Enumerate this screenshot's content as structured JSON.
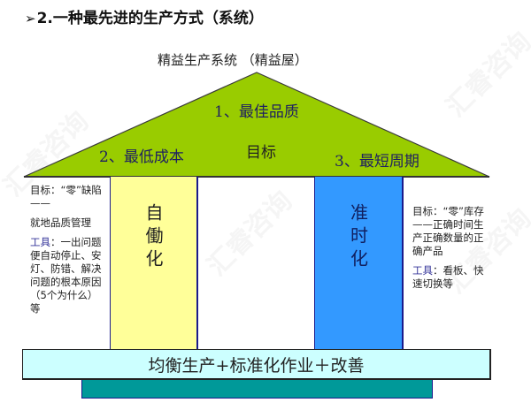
{
  "heading": {
    "bullet": "➢",
    "text": "2.一种最先进的生产方式（系统）"
  },
  "diagram": {
    "title": "精益生产系统 （精益屋）",
    "roof": {
      "color": "#99cc00",
      "goal_label": "目标",
      "goals": [
        "1、最佳品质",
        "2、最低成本",
        "3、最短周期"
      ]
    },
    "pillars": [
      {
        "label": "自働化",
        "color": "#ffff99"
      },
      {
        "label": "准时化",
        "color": "#3399ff"
      }
    ],
    "left_notes": {
      "goal": "目标：“零”缺陷——",
      "detail": "就地品质管理",
      "tool_label": "工具",
      "tool_text": "：一出问题便自动停止、安灯、防错、解决问题的根本原因（5个为什么）等"
    },
    "right_notes": {
      "goal": "目标：“零”库存——正确时间生产正确数量的正确产品",
      "tool_label": "工具",
      "tool_text": "：看板、快速切换等"
    },
    "base": {
      "text": "均衡生产+标准化作业＋改善",
      "color": "#ccffff"
    },
    "foundation": {
      "color": "#009999"
    }
  },
  "watermark": "汇睿咨询"
}
